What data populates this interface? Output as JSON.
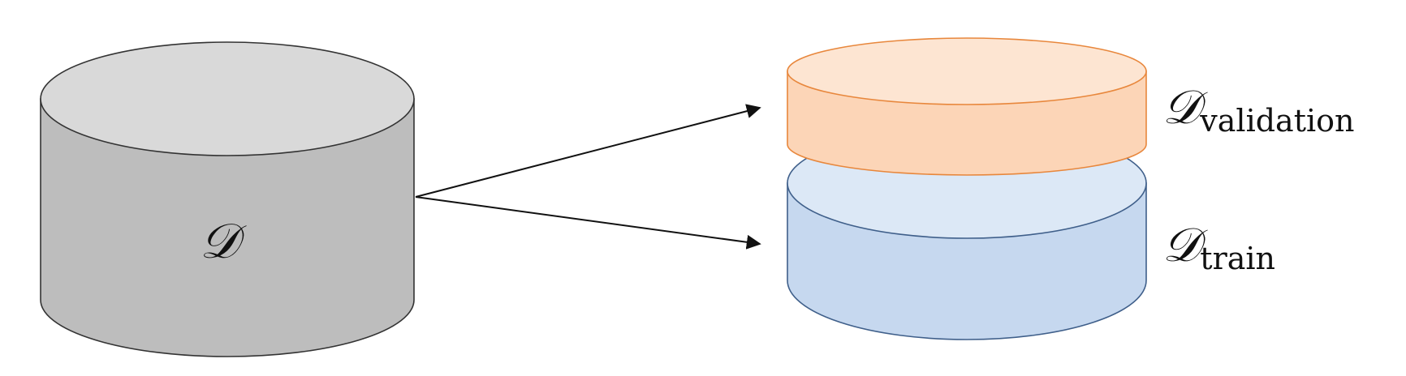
{
  "diagram": {
    "source": {
      "symbol": "𝒟",
      "body_color": "#bdbdbd",
      "top_color": "#d9d9d9",
      "stroke_color": "#333333"
    },
    "validation": {
      "symbol": "𝒟",
      "subscript": "validation",
      "body_color": "#fcd5b7",
      "top_color": "#fde5d2",
      "stroke_color": "#e8873c"
    },
    "train": {
      "symbol": "𝒟",
      "subscript": "train",
      "body_color": "#c6d8ef",
      "top_color": "#dce8f6",
      "stroke_color": "#3f5f8a"
    },
    "arrow_color": "#111111"
  }
}
